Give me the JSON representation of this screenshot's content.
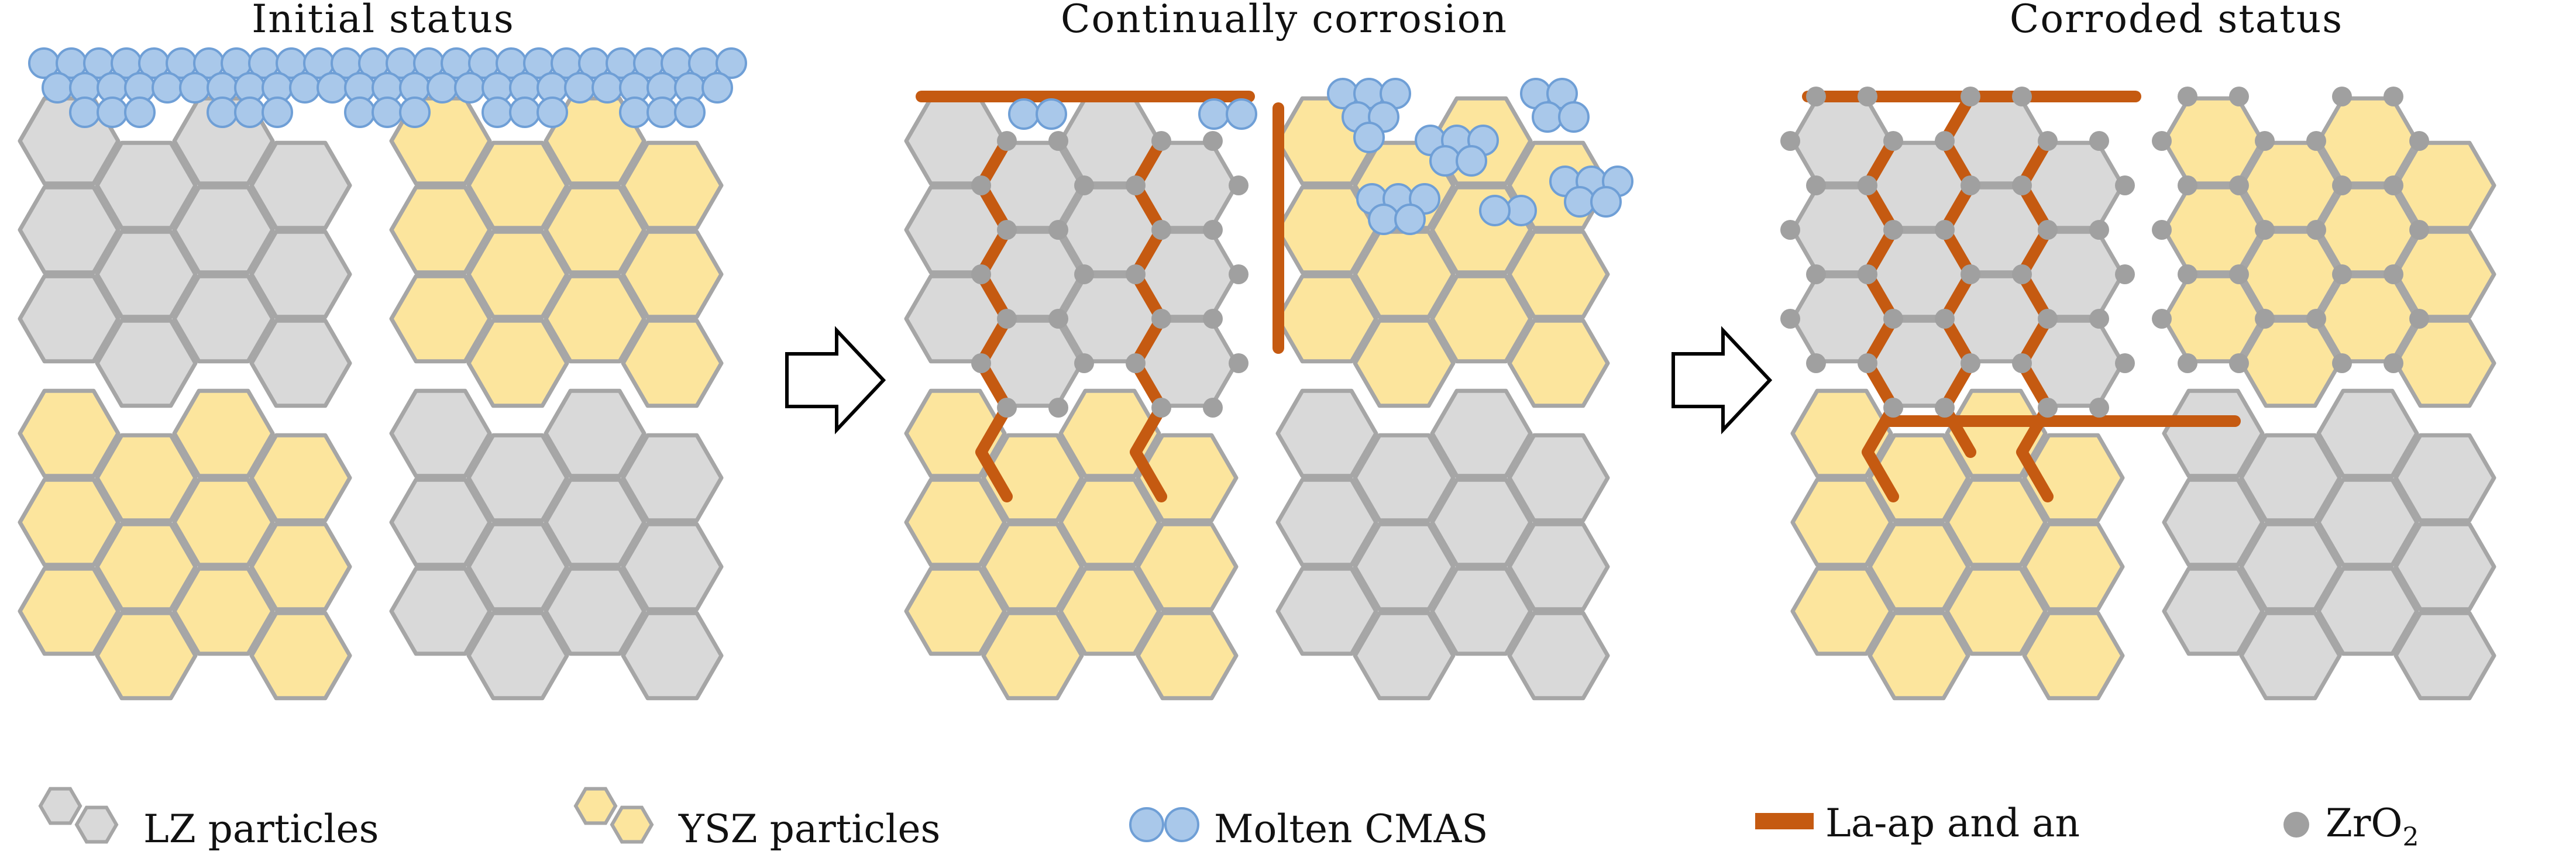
{
  "panels": [
    {
      "id": "initial",
      "title": "Initial status"
    },
    {
      "id": "continual",
      "title": "Continually corrosion"
    },
    {
      "id": "corroded",
      "title": "Corroded status"
    }
  ],
  "legend": [
    {
      "id": "lz",
      "label": "LZ particles",
      "icon": "gray-hexagon-pair-icon"
    },
    {
      "id": "ysz",
      "label": "YSZ particles",
      "icon": "yellow-hexagon-pair-icon"
    },
    {
      "id": "cmas",
      "label": "Molten CMAS",
      "icon": "blue-circle-pair-icon"
    },
    {
      "id": "laap",
      "label": "La-ap and an",
      "icon": "orange-bar-icon"
    },
    {
      "id": "zro2",
      "label": "ZrO",
      "subscript": "2",
      "icon": "gray-dot-icon"
    }
  ],
  "colors": {
    "lz_fill": "#d9d9d9",
    "ysz_fill": "#fce59d",
    "hex_stroke": "#a6a6a6",
    "cmas_fill": "#a9c8ea",
    "cmas_stroke": "#6f9fd6",
    "la_ap_an": "#c55a11",
    "zro2": "#a0a0a0"
  }
}
